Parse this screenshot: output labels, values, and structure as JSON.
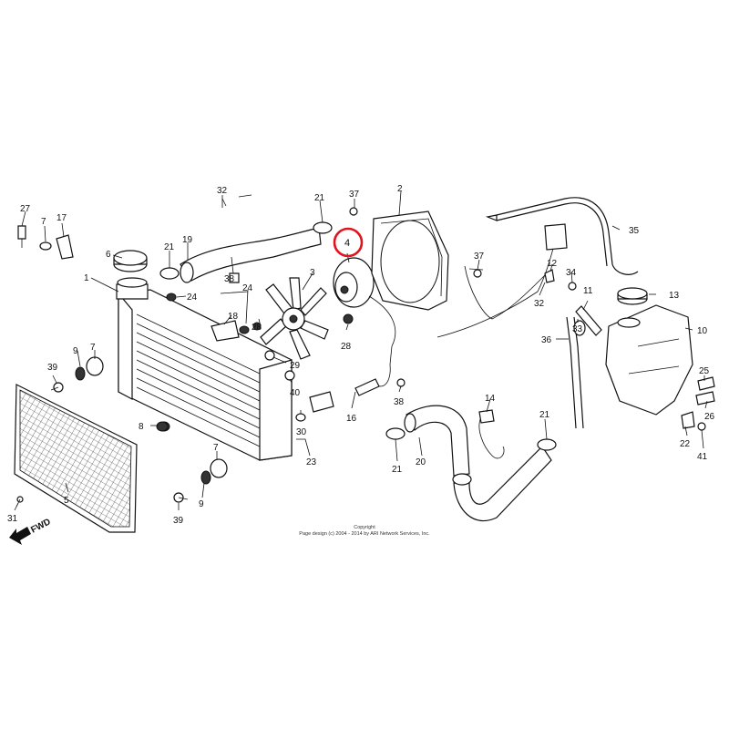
{
  "diagram": {
    "part_labels": [
      {
        "id": "p27a",
        "text": "27"
      },
      {
        "id": "p7a",
        "text": "7"
      },
      {
        "id": "p17",
        "text": "17"
      },
      {
        "id": "p6",
        "text": "6"
      },
      {
        "id": "p1",
        "text": "1"
      },
      {
        "id": "p21a",
        "text": "21"
      },
      {
        "id": "p19",
        "text": "19"
      },
      {
        "id": "p32a",
        "text": "32"
      },
      {
        "id": "p21b",
        "text": "21"
      },
      {
        "id": "p37a",
        "text": "37"
      },
      {
        "id": "p2",
        "text": "2"
      },
      {
        "id": "p38a",
        "text": "38"
      },
      {
        "id": "p24a",
        "text": "24"
      },
      {
        "id": "p3",
        "text": "3"
      },
      {
        "id": "p18",
        "text": "18"
      },
      {
        "id": "p24b",
        "text": "24"
      },
      {
        "id": "p28a",
        "text": "28"
      },
      {
        "id": "p28b",
        "text": "28"
      },
      {
        "id": "p29",
        "text": "29"
      },
      {
        "id": "p40",
        "text": "40"
      },
      {
        "id": "p39a",
        "text": "39"
      },
      {
        "id": "p9a",
        "text": "9"
      },
      {
        "id": "p7b",
        "text": "7"
      },
      {
        "id": "p8",
        "text": "8"
      },
      {
        "id": "p30",
        "text": "30"
      },
      {
        "id": "p23",
        "text": "23"
      },
      {
        "id": "p16",
        "text": "16"
      },
      {
        "id": "p38b",
        "text": "38"
      },
      {
        "id": "p37b",
        "text": "37"
      },
      {
        "id": "p35",
        "text": "35"
      },
      {
        "id": "p12",
        "text": "12"
      },
      {
        "id": "p34",
        "text": "34"
      },
      {
        "id": "p32b",
        "text": "32"
      },
      {
        "id": "p11",
        "text": "11"
      },
      {
        "id": "p33",
        "text": "33"
      },
      {
        "id": "p13",
        "text": "13"
      },
      {
        "id": "p10",
        "text": "10"
      },
      {
        "id": "p36",
        "text": "36"
      },
      {
        "id": "p25",
        "text": "25"
      },
      {
        "id": "p26",
        "text": "26"
      },
      {
        "id": "p22",
        "text": "22"
      },
      {
        "id": "p41",
        "text": "41"
      },
      {
        "id": "p14",
        "text": "14"
      },
      {
        "id": "p21c",
        "text": "21"
      },
      {
        "id": "p20",
        "text": "20"
      },
      {
        "id": "p21d",
        "text": "21"
      },
      {
        "id": "p5",
        "text": "5"
      },
      {
        "id": "p31",
        "text": "31"
      },
      {
        "id": "p7c",
        "text": "7"
      },
      {
        "id": "p9b",
        "text": "9"
      },
      {
        "id": "p39b",
        "text": "39"
      },
      {
        "id": "p4",
        "text": "4"
      }
    ],
    "highlighted_part": "4",
    "highlight_color": "#e0141e",
    "fwd_label": "FWD",
    "copyright_line1": "Copyright",
    "copyright_line2": "Page design (c) 2004 - 2014 by ARI Network Services, Inc."
  }
}
